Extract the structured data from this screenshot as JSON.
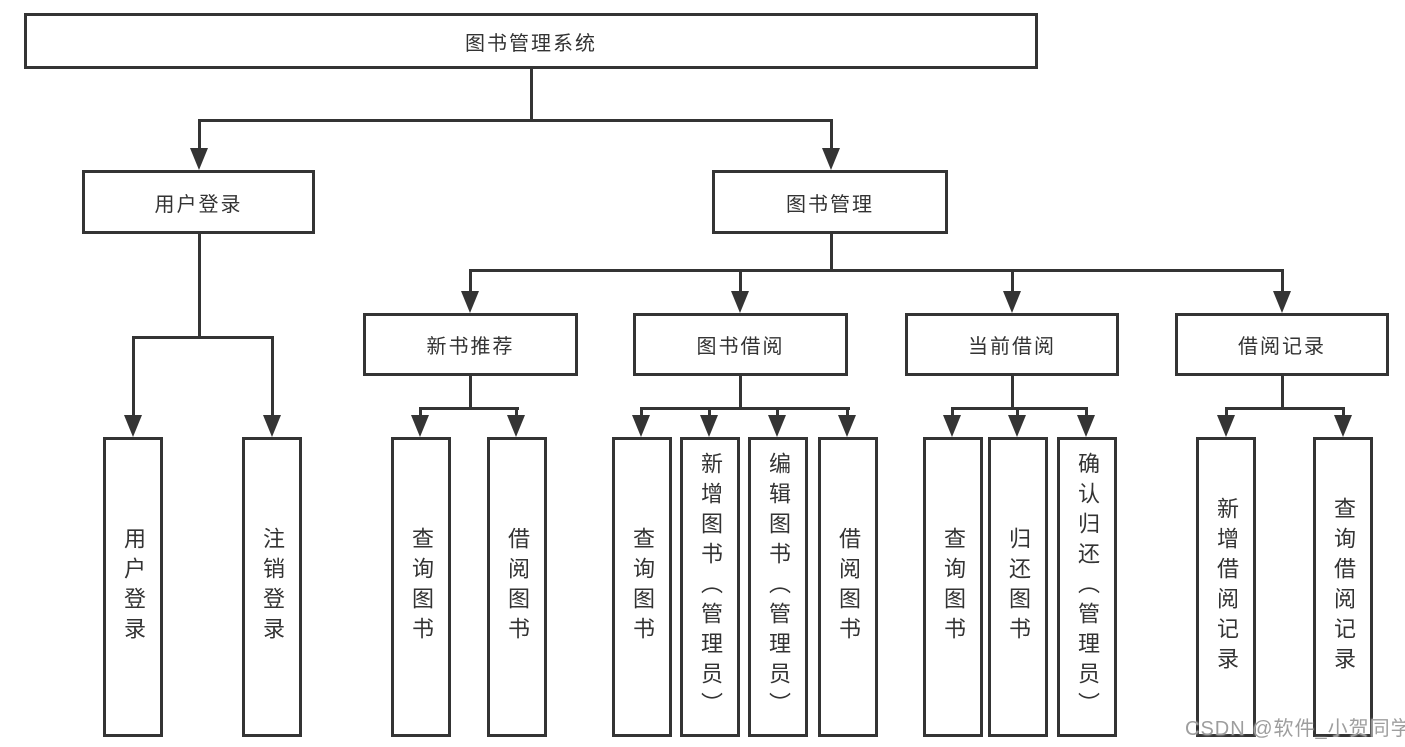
{
  "diagram_title": "图书管理系统",
  "tree": {
    "label": "图书管理系统",
    "children": [
      {
        "label": "用户登录",
        "children": [
          {
            "label": "用户登录"
          },
          {
            "label": "注销登录"
          }
        ]
      },
      {
        "label": "图书管理",
        "children": [
          {
            "label": "新书推荐",
            "children": [
              {
                "label": "查询图书"
              },
              {
                "label": "借阅图书"
              }
            ]
          },
          {
            "label": "图书借阅",
            "children": [
              {
                "label": "查询图书"
              },
              {
                "label": "新增图书（管理员）"
              },
              {
                "label": "编辑图书（管理员）"
              },
              {
                "label": "借阅图书"
              }
            ]
          },
          {
            "label": "当前借阅",
            "children": [
              {
                "label": "查询图书"
              },
              {
                "label": "归还图书"
              },
              {
                "label": "确认归还（管理员）"
              }
            ]
          },
          {
            "label": "借阅记录",
            "children": [
              {
                "label": "新增借阅记录"
              },
              {
                "label": "查询借阅记录"
              }
            ]
          }
        ]
      }
    ]
  },
  "watermark": "CSDN @软件_小贺同学",
  "colors": {
    "line": "#343434",
    "text": "#333333",
    "watermark": "#9e9e9e",
    "background": "#ffffff"
  }
}
